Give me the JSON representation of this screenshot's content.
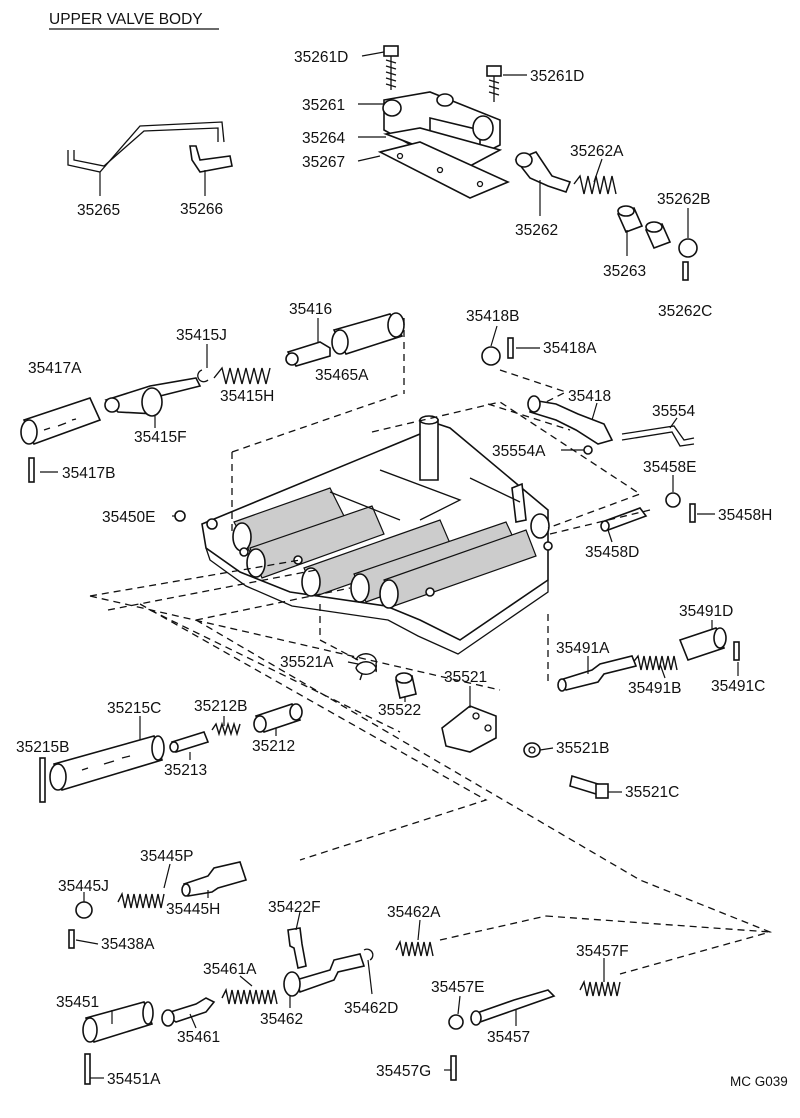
{
  "title": "UPPER VALVE BODY",
  "code": "MC G039",
  "labels": {
    "p35261D_a": "35261D",
    "p35261D_b": "35261D",
    "p35261": "35261",
    "p35264": "35264",
    "p35267": "35267",
    "p35262A": "35262A",
    "p35262B": "35262B",
    "p35262": "35262",
    "p35263": "35263",
    "p35262C": "35262C",
    "p35265": "35265",
    "p35266": "35266",
    "p35416": "35416",
    "p35415J": "35415J",
    "p35417A": "35417A",
    "p35465A": "35465A",
    "p35415H": "35415H",
    "p35415F": "35415F",
    "p35417B": "35417B",
    "p35418B": "35418B",
    "p35418A": "35418A",
    "p35418": "35418",
    "p35554": "35554",
    "p35554A": "35554A",
    "p35458E": "35458E",
    "p35458H": "35458H",
    "p35458D": "35458D",
    "p35450E": "35450E",
    "p35491D": "35491D",
    "p35491A": "35491A",
    "p35491B": "35491B",
    "p35491C": "35491C",
    "p35521A": "35521A",
    "p35521": "35521",
    "p35522": "35522",
    "p35521B": "35521B",
    "p35521C": "35521C",
    "p35215C": "35215C",
    "p35212B": "35212B",
    "p35215B": "35215B",
    "p35212": "35212",
    "p35213": "35213",
    "p35445P": "35445P",
    "p35445J": "35445J",
    "p35445H": "35445H",
    "p35438A": "35438A",
    "p35422F": "35422F",
    "p35462A": "35462A",
    "p35461A": "35461A",
    "p35457F": "35457F",
    "p35451": "35451",
    "p35457E": "35457E",
    "p35461": "35461",
    "p35462": "35462",
    "p35462D": "35462D",
    "p35457": "35457",
    "p35451A": "35451A",
    "p35457G": "35457G"
  }
}
